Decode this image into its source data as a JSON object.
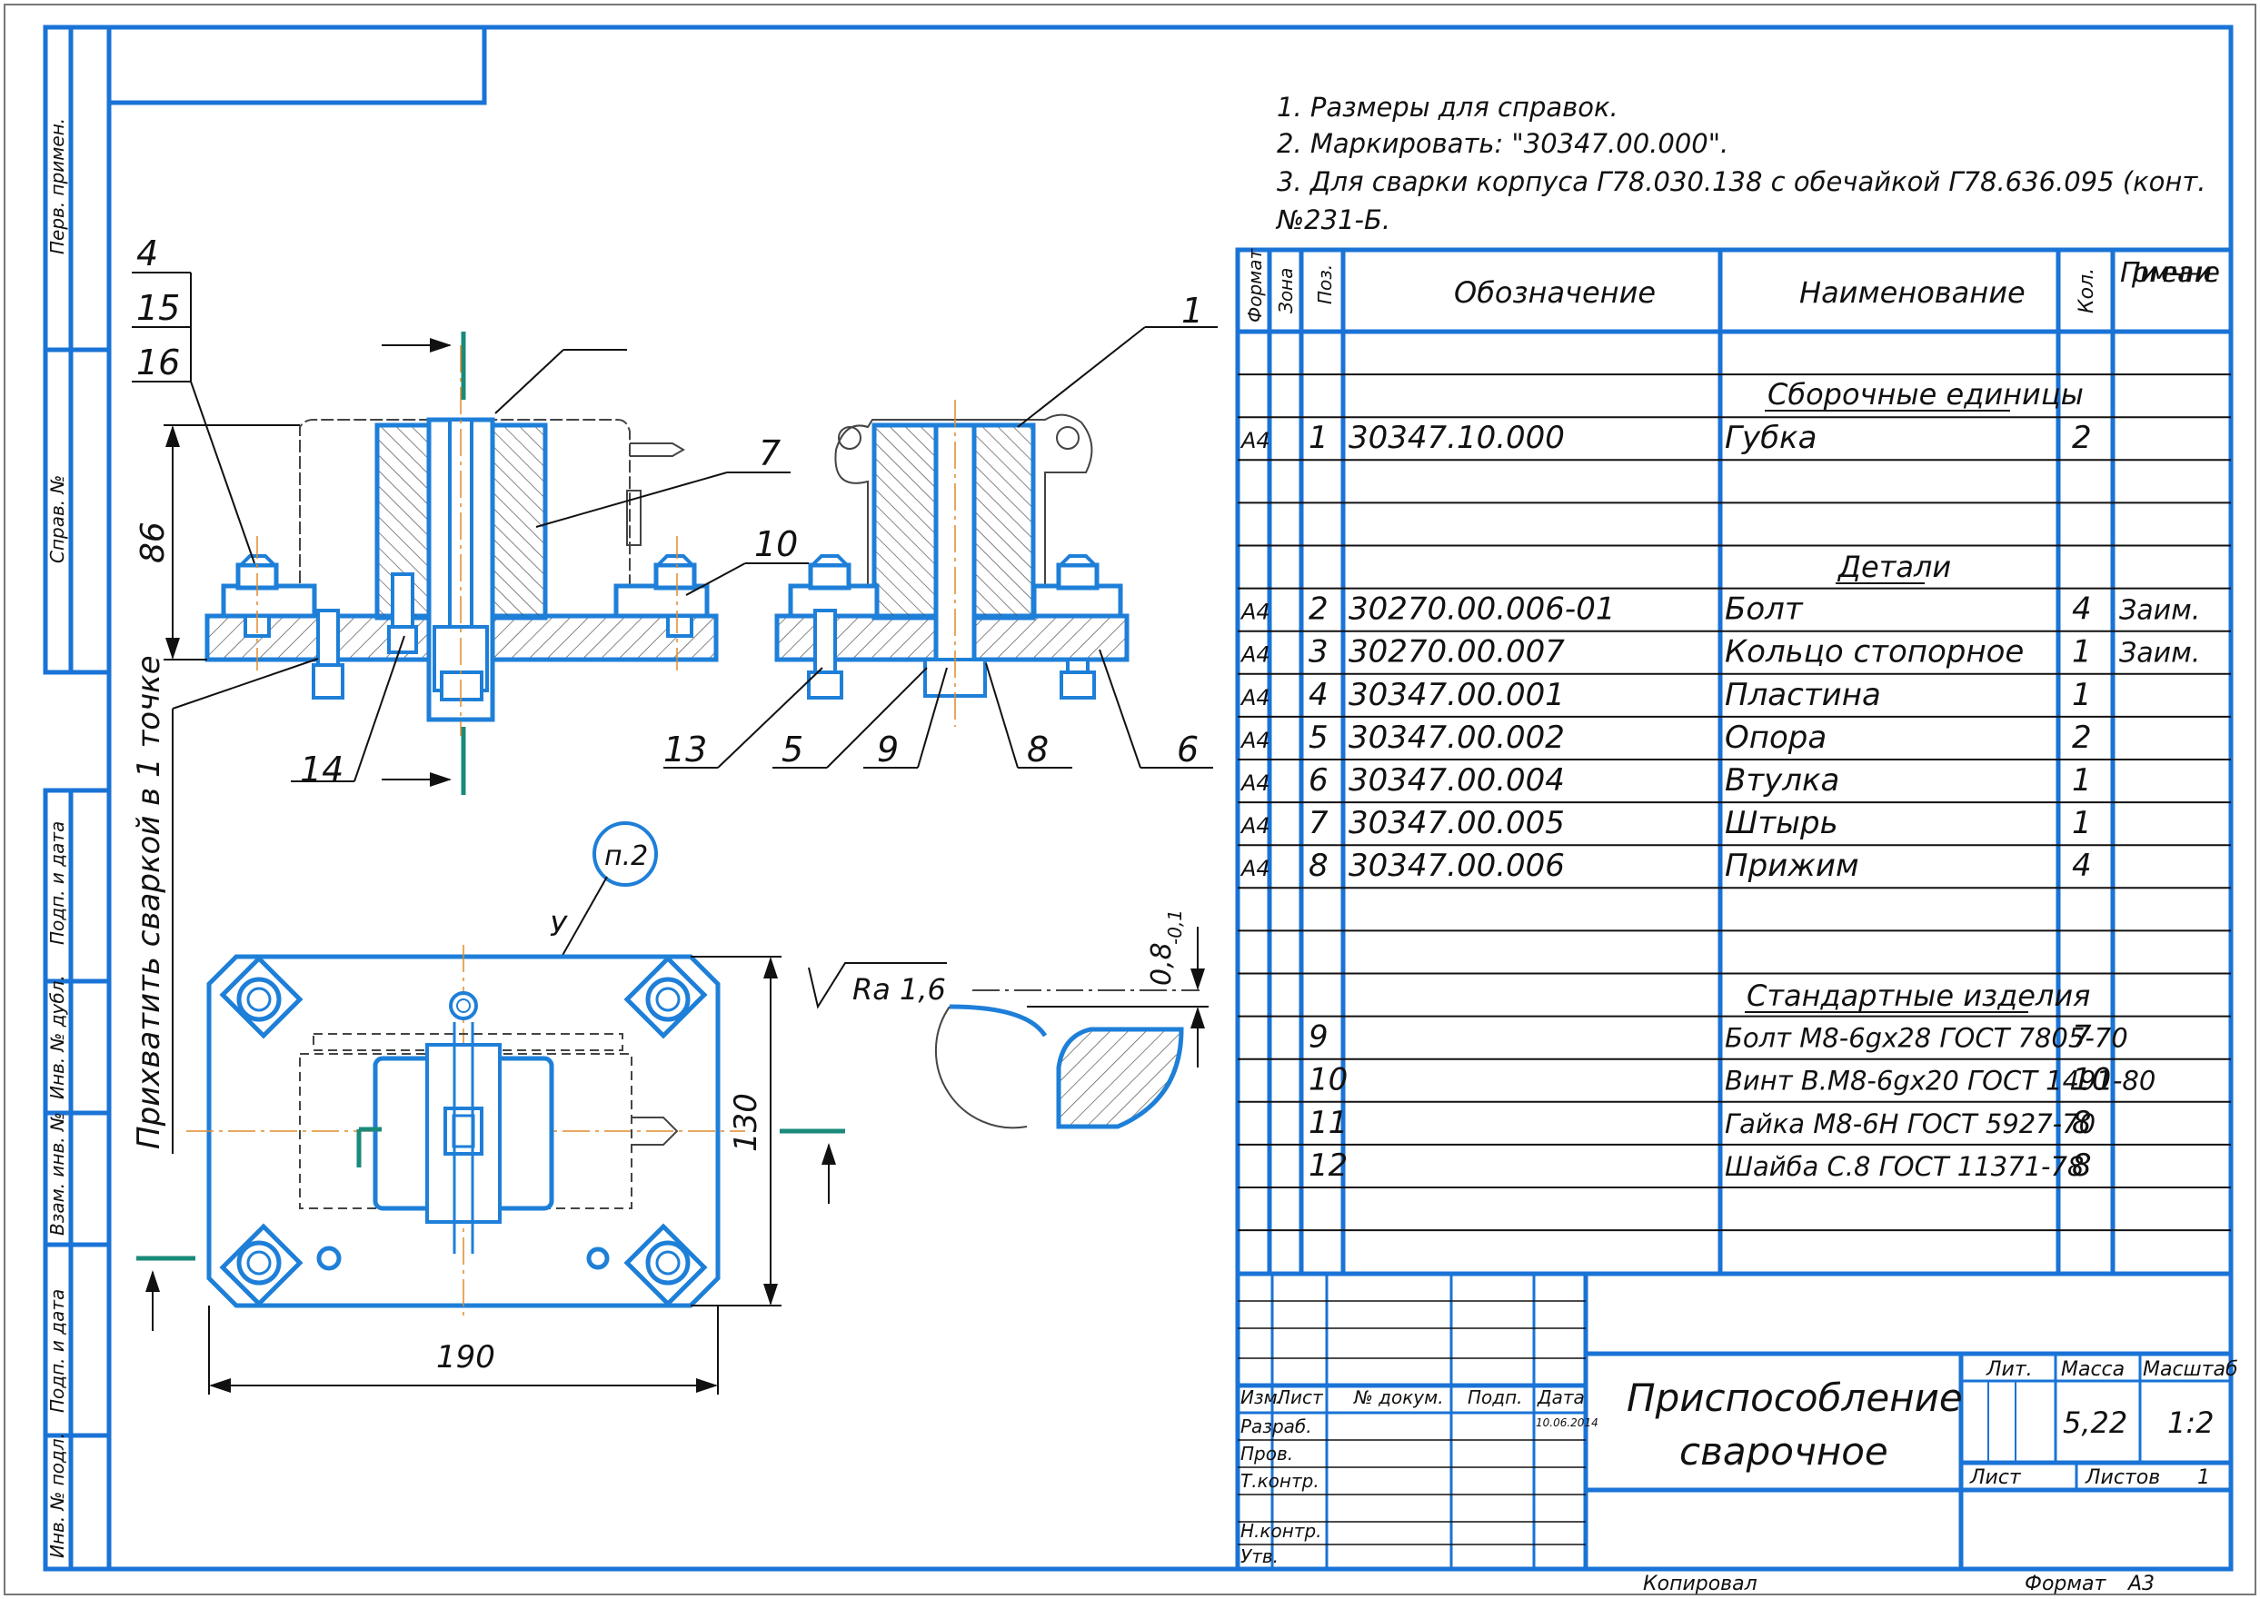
{
  "notes": [
    "1. Размеры для справок.",
    "2. Маркировать: \"30347.00.000\".",
    "3. Для сварки корпуса Г78.030.138 с обечайкой Г78.636.095 (конт.",
    "№231-Б."
  ],
  "side_strip": {
    "perv_primen": "Перв. примен.",
    "sprav_no": "Справ. №",
    "podp_data_1": "Подп. и дата",
    "inv_dubl": "Инв. № дубл.",
    "vzam_inv": "Взам. инв. №",
    "podp_data_2": "Подп. и дата",
    "inv_podl": "Инв. № подл."
  },
  "views": {
    "front_callouts": [
      "4",
      "15",
      "16",
      "7",
      "10",
      "1",
      "13",
      "5",
      "9",
      "8",
      "6",
      "14"
    ],
    "height_dim": "86",
    "weld_note": "Прихватить сваркой в 1 точке",
    "note_bubble": "п.2",
    "view_label": "У",
    "width_dim": "190",
    "plan_height_dim": "130",
    "roughness": "Ra 1,6",
    "chamfer_dim": "0,8",
    "chamfer_tol": "-0,1"
  },
  "spec": {
    "headers": {
      "format": "Формат",
      "zone": "Зона",
      "pos": "Поз.",
      "designation": "Обозначение",
      "name": "Наименование",
      "qty": "Кол.",
      "note": "Приме- чание"
    },
    "section_assembly": "Сборочные единицы",
    "section_parts": "Детали",
    "section_standard": "Стандартные изделия",
    "assembly": [
      {
        "format": "A4",
        "pos": "1",
        "designation": "30347.10.000",
        "name": "Губка",
        "qty": "2",
        "note": ""
      }
    ],
    "parts": [
      {
        "format": "A4",
        "pos": "2",
        "designation": "30270.00.006-01",
        "name": "Болт",
        "qty": "4",
        "note": "Заим."
      },
      {
        "format": "A4",
        "pos": "3",
        "designation": "30270.00.007",
        "name": "Кольцо стопорное",
        "qty": "1",
        "note": "Заим."
      },
      {
        "format": "A4",
        "pos": "4",
        "designation": "30347.00.001",
        "name": "Пластина",
        "qty": "1",
        "note": ""
      },
      {
        "format": "A4",
        "pos": "5",
        "designation": "30347.00.002",
        "name": "Опора",
        "qty": "2",
        "note": ""
      },
      {
        "format": "A4",
        "pos": "6",
        "designation": "30347.00.004",
        "name": "Втулка",
        "qty": "1",
        "note": ""
      },
      {
        "format": "A4",
        "pos": "7",
        "designation": "30347.00.005",
        "name": "Штырь",
        "qty": "1",
        "note": ""
      },
      {
        "format": "A4",
        "pos": "8",
        "designation": "30347.00.006",
        "name": "Прижим",
        "qty": "4",
        "note": ""
      }
    ],
    "standard": [
      {
        "format": "",
        "pos": "9",
        "designation": "",
        "name": "Болт М8-6gx28 ГОСТ 7805-70",
        "qty": "7",
        "note": ""
      },
      {
        "format": "",
        "pos": "10",
        "designation": "",
        "name": "Винт В.М8-6gx20 ГОСТ 1491-80",
        "qty": "10",
        "note": ""
      },
      {
        "format": "",
        "pos": "11",
        "designation": "",
        "name": "Гайка М8-6Н ГОСТ 5927-70",
        "qty": "8",
        "note": ""
      },
      {
        "format": "",
        "pos": "12",
        "designation": "",
        "name": "Шайба С.8 ГОСТ 11371-78",
        "qty": "8",
        "note": ""
      }
    ]
  },
  "title_block": {
    "title_line1": "Приспособление",
    "title_line2": "сварочное",
    "izm": "Изм.",
    "list": "Лист",
    "doc_no": "№ докум.",
    "podp": "Подп.",
    "data": "Дата",
    "date_value": "10.06.2014",
    "razrab": "Разраб.",
    "prov": "Пров.",
    "tkontr": "Т.контр.",
    "nkontr": "Н.контр.",
    "utv": "Утв.",
    "lit": "Лит.",
    "massa": "Масса",
    "masshtab": "Масштаб",
    "massa_value": "5,22",
    "scale_value": "1:2",
    "list_label": "Лист",
    "listov_label": "Листов",
    "listov_value": "1",
    "kopiroval": "Копировал",
    "format_label": "Формат",
    "format_value": "А3"
  },
  "colors": {
    "part_blue": "#1e7fd8",
    "frame_blue": "#1a73d6",
    "section_teal": "#1a8a7a",
    "line_black": "#111111"
  }
}
